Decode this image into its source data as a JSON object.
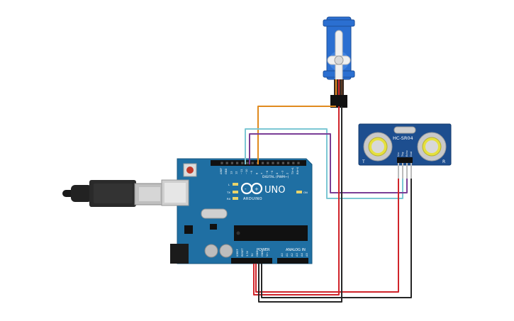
{
  "board": {
    "logo_text": "UNO",
    "brand_text": "ARDUINO",
    "digital_header": "DIGITAL (PWM~)",
    "power_header": "POWER",
    "analog_header": "ANALOG IN",
    "digital_pins": [
      "AREF",
      "GND",
      "13",
      "12",
      "~11",
      "~10",
      "~9",
      "8",
      "7",
      "~6",
      "~5",
      "4",
      "~3",
      "2",
      "TX→1",
      "RX←0"
    ],
    "power_pins": [
      "IOREF",
      "RESET",
      "3.3V",
      "5V",
      "GND",
      "GND",
      "Vin"
    ],
    "analog_pins": [
      "A0",
      "A1",
      "A2",
      "A3",
      "A4",
      "A5"
    ],
    "led_labels": [
      "L",
      "TX",
      "RX",
      "ON"
    ]
  },
  "sensor": {
    "model": "HC-SR04",
    "pin_labels": [
      "Vcc",
      "Trig",
      "Echo",
      "Gnd"
    ],
    "corner_left": "T",
    "corner_right": "R"
  },
  "colors": {
    "board": "#1f6fa3",
    "sensor": "#1d4e8f",
    "servo": "#2b6fd1",
    "wire_orange": "#e08a1e",
    "wire_teal": "#7cc7d4",
    "wire_purple": "#7a3e96",
    "wire_red": "#d0242a",
    "wire_black": "#262626"
  }
}
